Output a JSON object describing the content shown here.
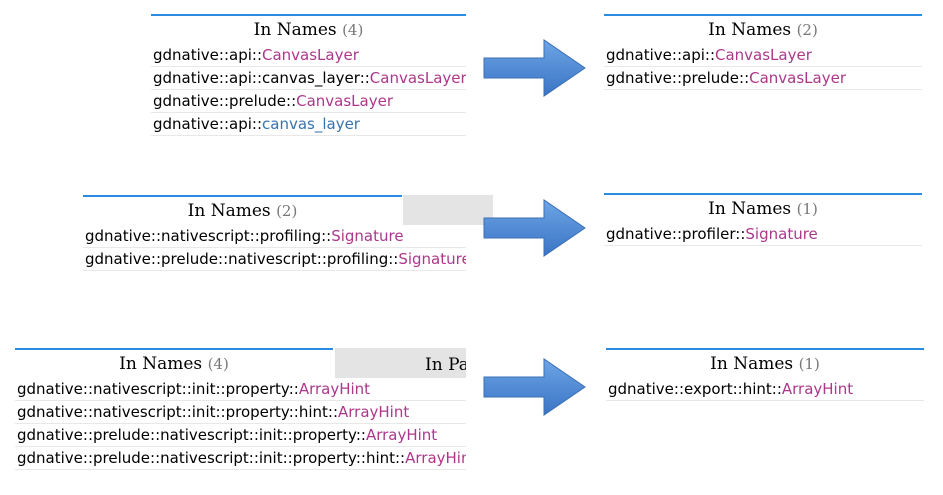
{
  "panels": [
    {
      "tab_label": "In Names",
      "count": "(4)",
      "rows": [
        {
          "path": "gdnative::api::",
          "name": "CanvasLayer",
          "kind": "struct"
        },
        {
          "path": "gdnative::api::canvas_layer::",
          "name": "CanvasLayer",
          "kind": "struct"
        },
        {
          "path": "gdnative::prelude::",
          "name": "CanvasLayer",
          "kind": "struct"
        },
        {
          "path": "gdnative::api::",
          "name": "canvas_layer",
          "kind": "mod"
        }
      ]
    },
    {
      "tab_label": "In Names",
      "count": "(2)",
      "rows": [
        {
          "path": "gdnative::api::",
          "name": "CanvasLayer",
          "kind": "struct"
        },
        {
          "path": "gdnative::prelude::",
          "name": "CanvasLayer",
          "kind": "struct"
        }
      ]
    },
    {
      "tab_label": "In Names",
      "count": "(2)",
      "rows": [
        {
          "path": "gdnative::nativescript::profiling::",
          "name": "Signature",
          "kind": "struct"
        },
        {
          "path": "gdnative::prelude::nativescript::profiling::",
          "name": "Signature",
          "kind": "struct"
        }
      ]
    },
    {
      "tab_label": "In Names",
      "count": "(1)",
      "rows": [
        {
          "path": "gdnative::profiler::",
          "name": "Signature",
          "kind": "struct"
        }
      ]
    },
    {
      "tab_label": "In Names",
      "count": "(4)",
      "second_tab_label": "In Pa",
      "rows": [
        {
          "path": "gdnative::nativescript::init::property::",
          "name": "ArrayHint",
          "kind": "struct"
        },
        {
          "path": "gdnative::nativescript::init::property::hint::",
          "name": "ArrayHint",
          "kind": "struct"
        },
        {
          "path": "gdnative::prelude::nativescript::init::property::",
          "name": "ArrayHint",
          "kind": "struct"
        },
        {
          "path": "gdnative::prelude::nativescript::init::property::hint::",
          "name": "ArrayHint",
          "kind": "struct"
        }
      ]
    },
    {
      "tab_label": "In Names",
      "count": "(1)",
      "rows": [
        {
          "path": "gdnative::export::hint::",
          "name": "ArrayHint",
          "kind": "struct"
        }
      ]
    }
  ],
  "colors": {
    "accent": "#2a8ce0",
    "struct": "#ad378a",
    "mod": "#3873ad",
    "arrow": "#4a86d0",
    "inactive_tab": "#e4e4e4"
  },
  "icons": [
    "right-arrow-icon",
    "right-arrow-icon",
    "right-arrow-icon"
  ]
}
